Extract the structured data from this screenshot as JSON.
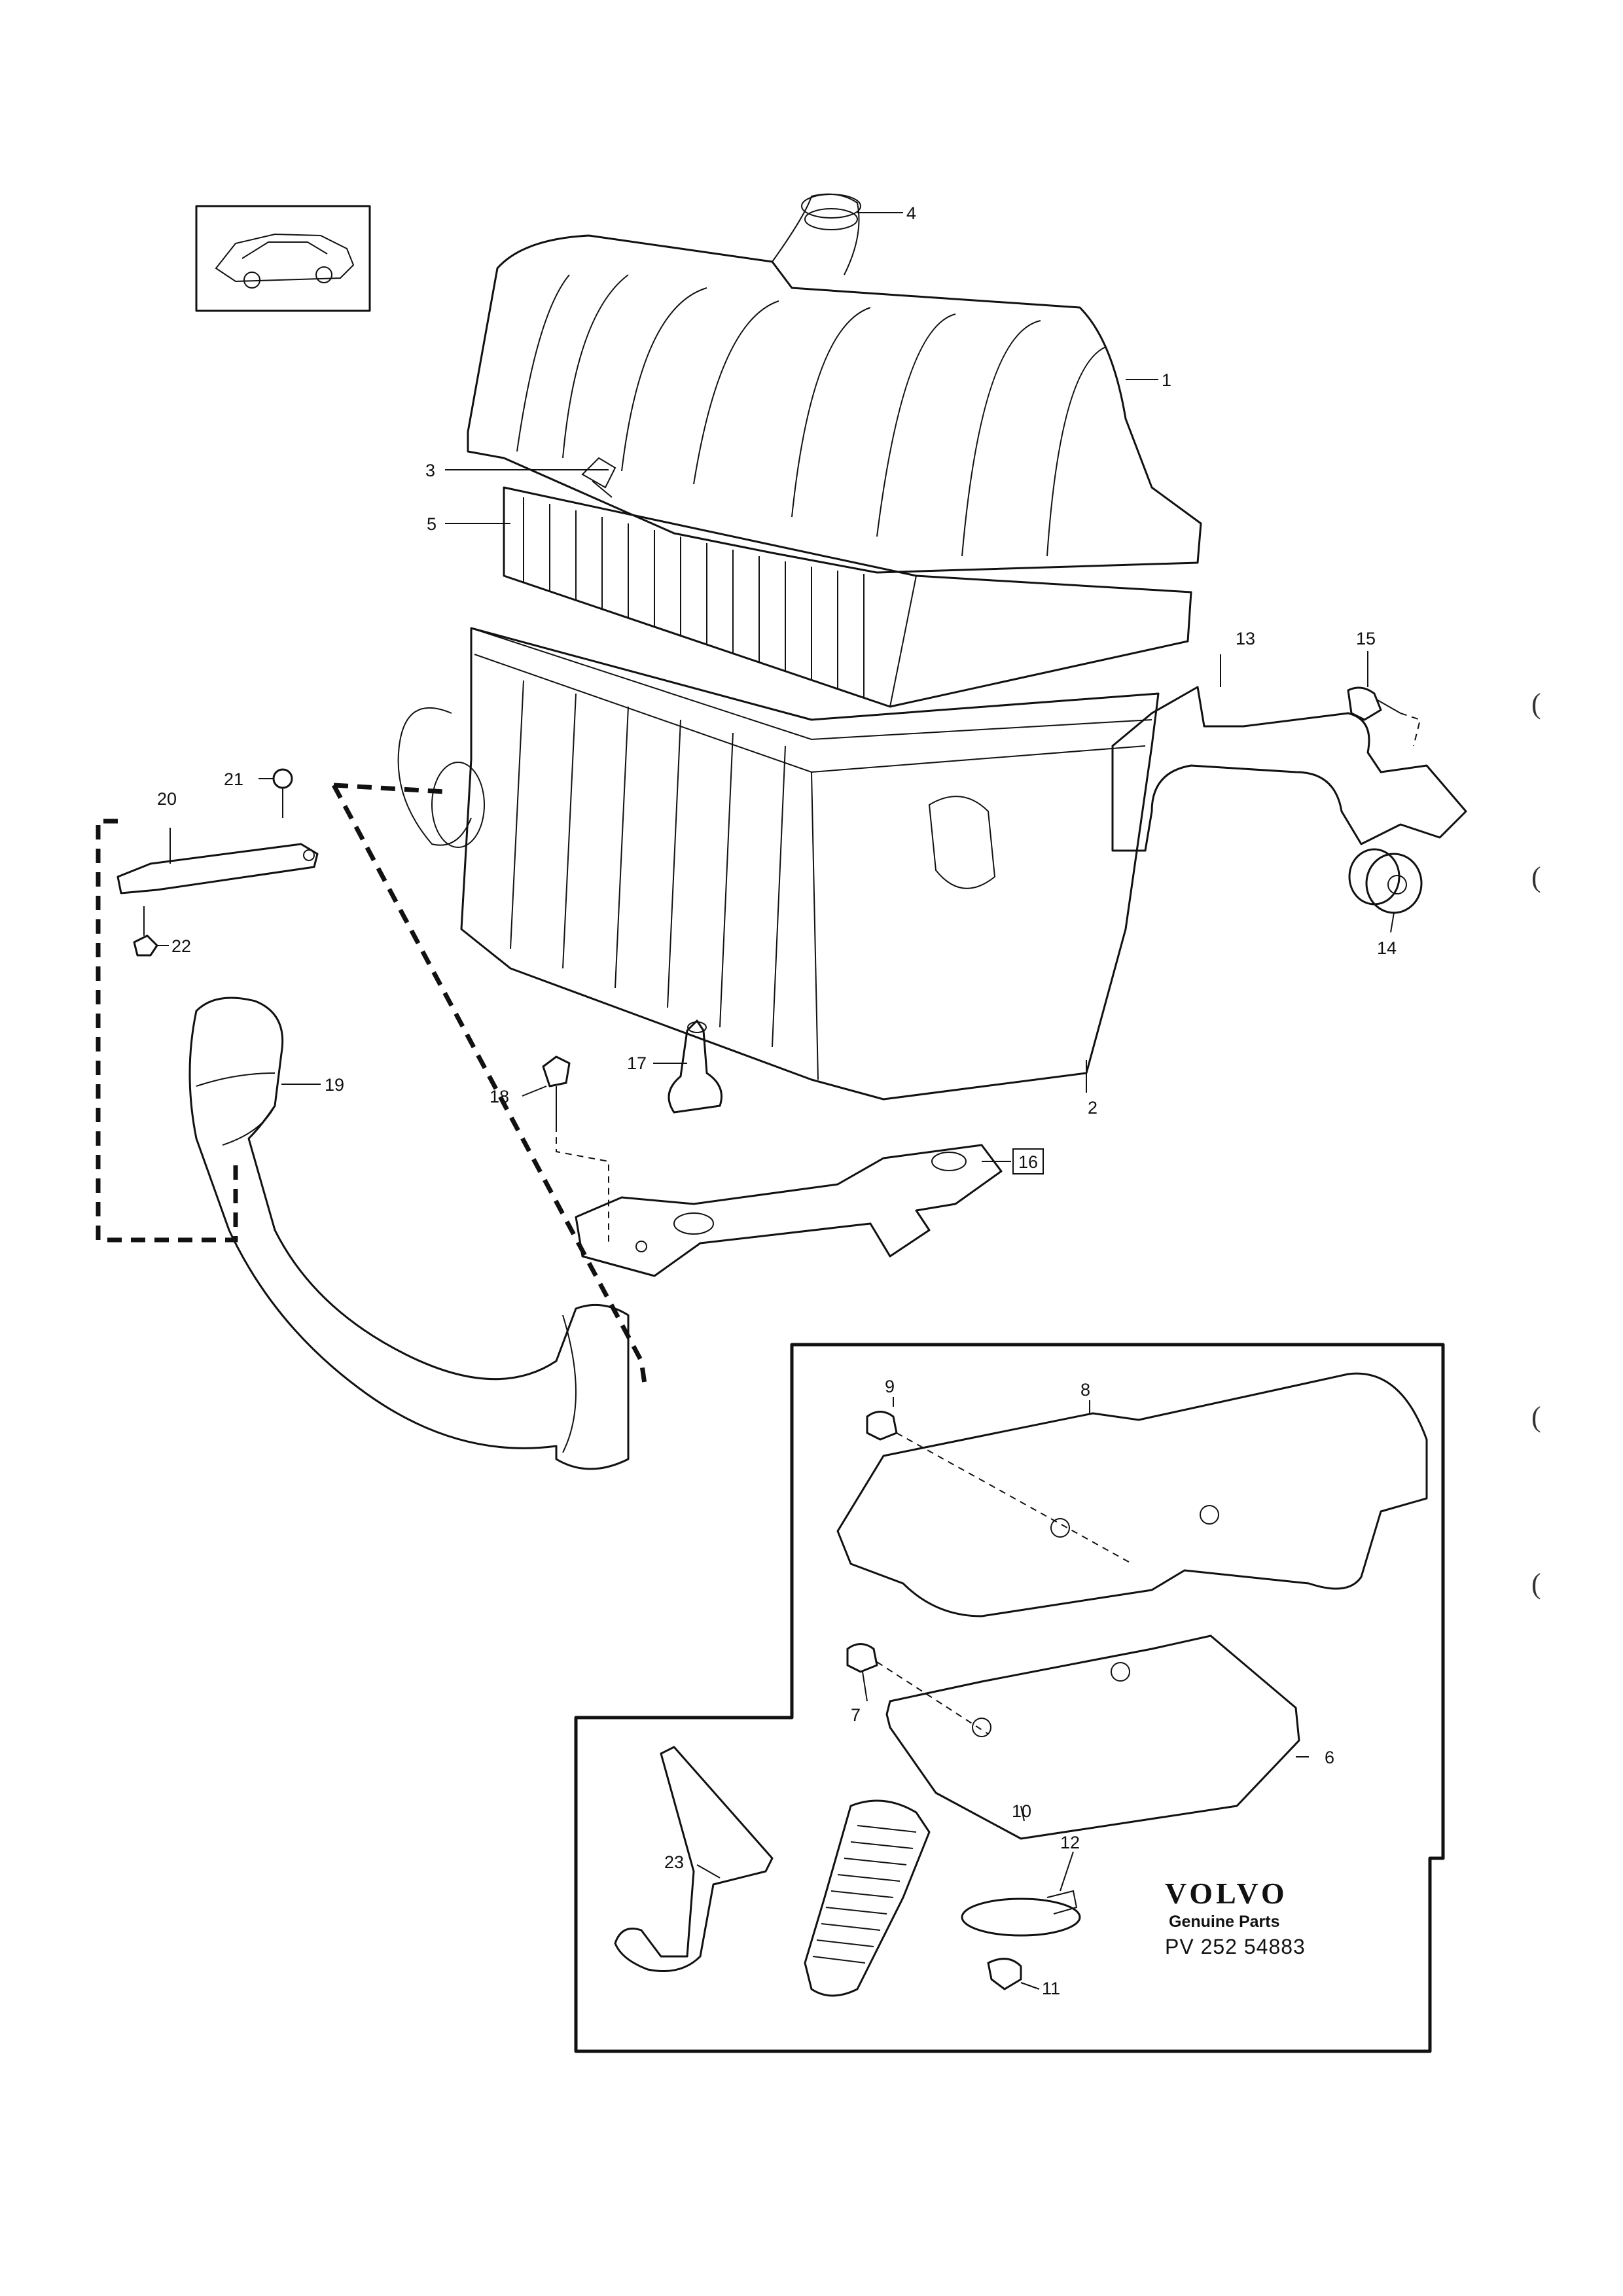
{
  "callouts": [
    {
      "id": "1",
      "label": "1"
    },
    {
      "id": "2",
      "label": "2"
    },
    {
      "id": "3",
      "label": "3"
    },
    {
      "id": "4",
      "label": "4"
    },
    {
      "id": "5",
      "label": "5"
    },
    {
      "id": "6",
      "label": "6"
    },
    {
      "id": "7",
      "label": "7"
    },
    {
      "id": "8",
      "label": "8"
    },
    {
      "id": "9",
      "label": "9"
    },
    {
      "id": "10",
      "label": "10"
    },
    {
      "id": "11",
      "label": "11"
    },
    {
      "id": "12",
      "label": "12"
    },
    {
      "id": "13",
      "label": "13"
    },
    {
      "id": "14",
      "label": "14"
    },
    {
      "id": "15",
      "label": "15"
    },
    {
      "id": "16",
      "label": "16"
    },
    {
      "id": "17",
      "label": "17"
    },
    {
      "id": "18",
      "label": "18"
    },
    {
      "id": "19",
      "label": "19"
    },
    {
      "id": "20",
      "label": "20"
    },
    {
      "id": "21",
      "label": "21"
    },
    {
      "id": "22",
      "label": "22"
    },
    {
      "id": "23",
      "label": "23"
    }
  ],
  "brand": {
    "logo": "VOLVO",
    "subtitle": "Genuine Parts",
    "part_number": "PV 252 54883"
  },
  "binding_marks": [
    "(",
    "(",
    "(",
    "("
  ]
}
